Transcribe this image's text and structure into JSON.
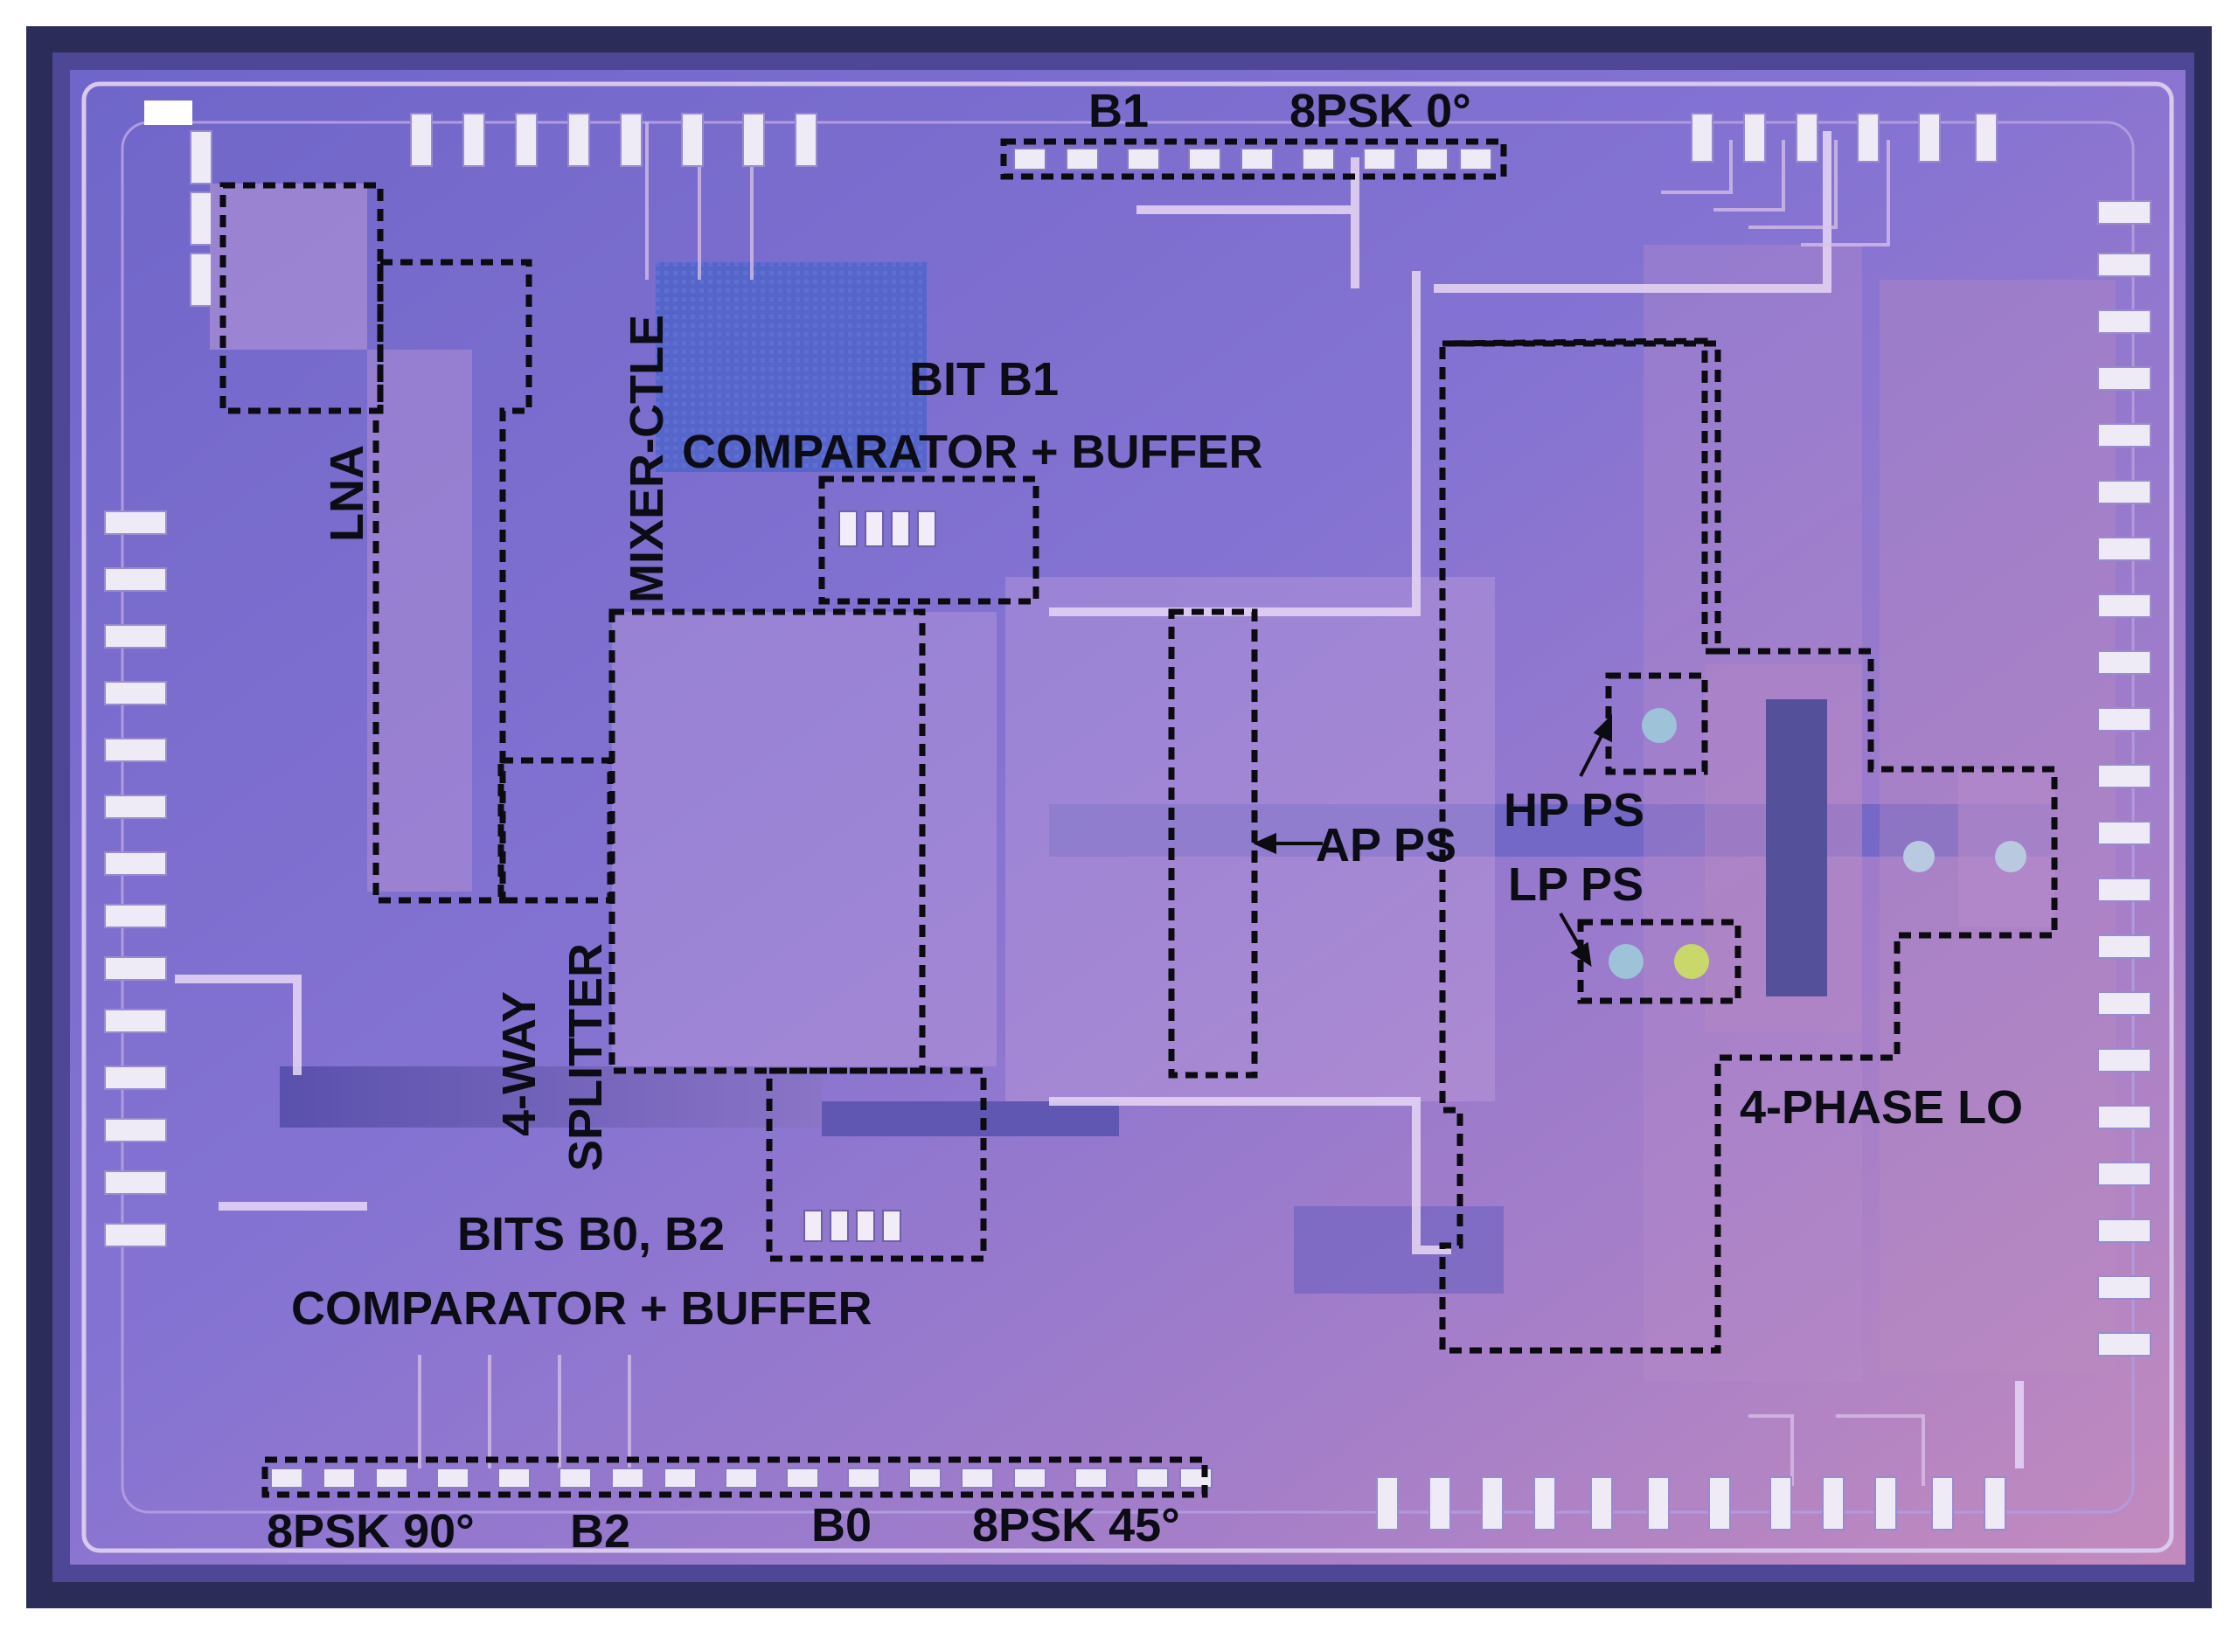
{
  "labels": {
    "b1": "B1",
    "psk0": "8PSK 0°",
    "bit_b1": "BIT B1",
    "cmp_buf_top": "COMPARATOR + BUFFER",
    "lna": "LNA",
    "mixer_ctle": "MIXER-CTLE",
    "ap_ps": "AP PS",
    "hp_ps": "HP PS",
    "lp_ps": "LP PS",
    "four_phase_lo": "4-PHASE LO",
    "four_way": "4-WAY",
    "splitter": "SPLITTER",
    "bits_b0_b2": "BITS B0, B2",
    "cmp_buf_bottom": "COMPARATOR + BUFFER",
    "psk90": "8PSK 90°",
    "b2": "B2",
    "b0": "B0",
    "psk45": "8PSK 45°"
  },
  "colors": {
    "die_violet": "#7d6fd4",
    "die_pink": "#c48fc6",
    "metal_light": "#e2d2f2",
    "pad_white": "#eeeaf6",
    "box_dash": "#0b0b10",
    "label_text": "#0c0c14"
  }
}
